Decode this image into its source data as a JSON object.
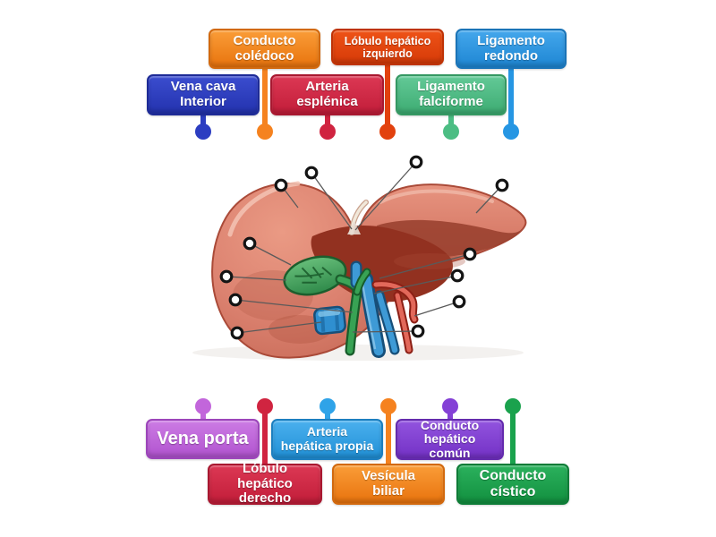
{
  "canvas": {
    "background": "#ffffff"
  },
  "word_bank": {
    "top": [
      {
        "id": "conducto-coledoco",
        "text": "Conducto\ncolédoco",
        "color": "#f5821f",
        "color_light": "#fa9d38",
        "color_dark": "#e8730d",
        "border": "#d2690e"
      },
      {
        "id": "lobulo-hepatico-izquierdo",
        "text": "Lóbulo hepático\nizquierdo",
        "color": "#e2410e",
        "color_light": "#ee5317",
        "color_dark": "#d63a08",
        "border": "#bf3306"
      },
      {
        "id": "ligamento-redondo",
        "text": "Ligamento\nredondo",
        "color": "#2696e3",
        "color_light": "#44a7ec",
        "color_dark": "#1e86d3",
        "border": "#1a74b8"
      },
      {
        "id": "vena-cava-interior",
        "text": "Vena cava\nInterior",
        "color": "#2c3dc1",
        "color_light": "#3b4dcf",
        "color_dark": "#2332ae",
        "border": "#1e2b96"
      },
      {
        "id": "arteria-esplenica",
        "text": "Arteria\nesplénica",
        "color": "#d02440",
        "color_light": "#dc3854",
        "color_dark": "#c21d39",
        "border": "#a81830"
      },
      {
        "id": "ligamento-falciforme",
        "text": "Ligamento\nfalciforme",
        "color": "#4cbd83",
        "color_light": "#63c997",
        "color_dark": "#3dac72",
        "border": "#359862"
      }
    ],
    "bottom": [
      {
        "id": "vena-porta",
        "text": "Vena porta",
        "color": "#c266db",
        "color_light": "#cc7ce4",
        "color_dark": "#b153cf",
        "border": "#9c45ba"
      },
      {
        "id": "arteria-hepatica-propia",
        "text": "Arteria\nhepática propia",
        "color": "#2fa3e8",
        "color_light": "#4bb0ee",
        "color_dark": "#2090d6",
        "border": "#1c7fc0"
      },
      {
        "id": "conducto-hepatico-comun",
        "text": "Conducto\nhepático común",
        "color": "#8440d6",
        "color_light": "#9254df",
        "color_dark": "#7331c5",
        "border": "#642aad"
      },
      {
        "id": "lobulo-hepatico-derecho",
        "text": "Lóbulo hepático\nderecho",
        "color": "#d02440",
        "color_light": "#dc3854",
        "color_dark": "#c21d39",
        "border": "#a81830"
      },
      {
        "id": "vesicula-biliar",
        "text": "Vesícula\nbiliar",
        "color": "#f5821f",
        "color_light": "#fa9d38",
        "color_dark": "#e8730d",
        "border": "#d2690e"
      },
      {
        "id": "conducto-cistico",
        "text": "Conducto\ncístico",
        "color": "#1aa24d",
        "color_light": "#2bb15d",
        "color_dark": "#12903f",
        "border": "#0e7c37"
      }
    ]
  },
  "diagram": {
    "illustration": "liver-anatomy-illustration",
    "answer_targets": {
      "count": 12,
      "ring_color": "#141414",
      "fill_color": "#ffffff",
      "leader_line_color": "#5a5a5a"
    }
  }
}
